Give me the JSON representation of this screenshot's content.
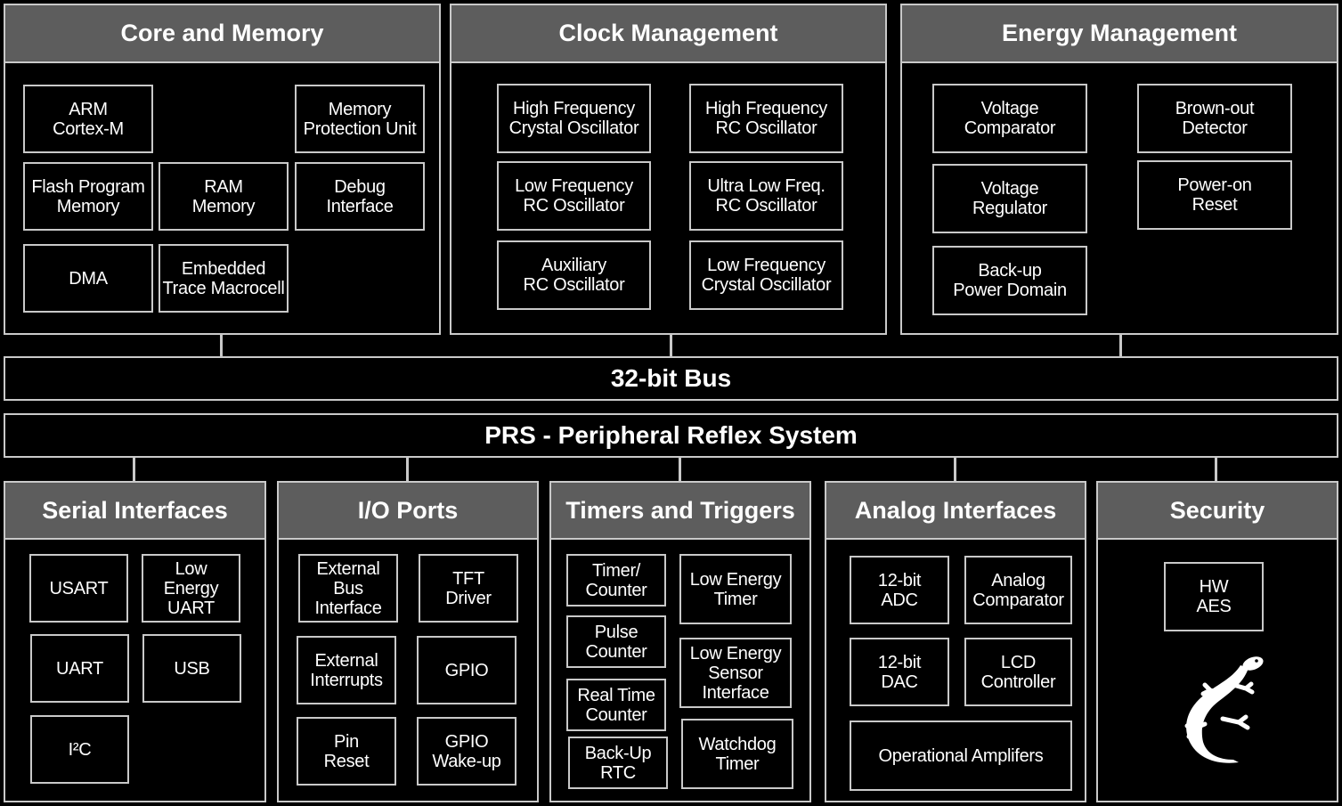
{
  "top_sections": [
    {
      "title": "Core and Memory",
      "blocks": [
        "ARM\nCortex-M",
        "Memory\nProtection Unit",
        "Flash Program\nMemory",
        "RAM\nMemory",
        "Debug\nInterface",
        "DMA",
        "Embedded\nTrace Macrocell"
      ]
    },
    {
      "title": "Clock Management",
      "blocks": [
        "High Frequency\nCrystal Oscillator",
        "High Frequency\nRC Oscillator",
        "Low Frequency\nRC Oscillator",
        "Ultra Low Freq.\nRC Oscillator",
        "Auxiliary\nRC Oscillator",
        "Low Frequency\nCrystal Oscillator"
      ]
    },
    {
      "title": "Energy Management",
      "blocks": [
        "Voltage\nComparator",
        "Brown-out\nDetector",
        "Voltage\nRegulator",
        "Power-on\nReset",
        "Back-up\nPower Domain"
      ]
    }
  ],
  "bus": {
    "label": "32-bit Bus"
  },
  "prs": {
    "label": "PRS - Peripheral Reflex System"
  },
  "bottom_sections": [
    {
      "title": "Serial Interfaces",
      "blocks": [
        "USART",
        "Low\nEnergy\nUART",
        "UART",
        "USB",
        "I²C"
      ]
    },
    {
      "title": "I/O Ports",
      "blocks": [
        "External\nBus\nInterface",
        "TFT\nDriver",
        "External\nInterrupts",
        "GPIO",
        "Pin\nReset",
        "GPIO\nWake-up"
      ]
    },
    {
      "title": "Timers and Triggers",
      "blocks": [
        "Timer/\nCounter",
        "Low Energy\nTimer",
        "Pulse\nCounter",
        "Low Energy\nSensor\nInterface",
        "Real Time\nCounter",
        "Back-Up\nRTC",
        "Watchdog\nTimer"
      ]
    },
    {
      "title": "Analog Interfaces",
      "blocks": [
        "12-bit\nADC",
        "Analog\nComparator",
        "12-bit\nDAC",
        "LCD\nController",
        "Operational Amplifers"
      ]
    },
    {
      "title": "Security",
      "blocks": [
        "HW\nAES"
      ]
    }
  ],
  "logo": {
    "icon": "gecko-logo-icon"
  }
}
